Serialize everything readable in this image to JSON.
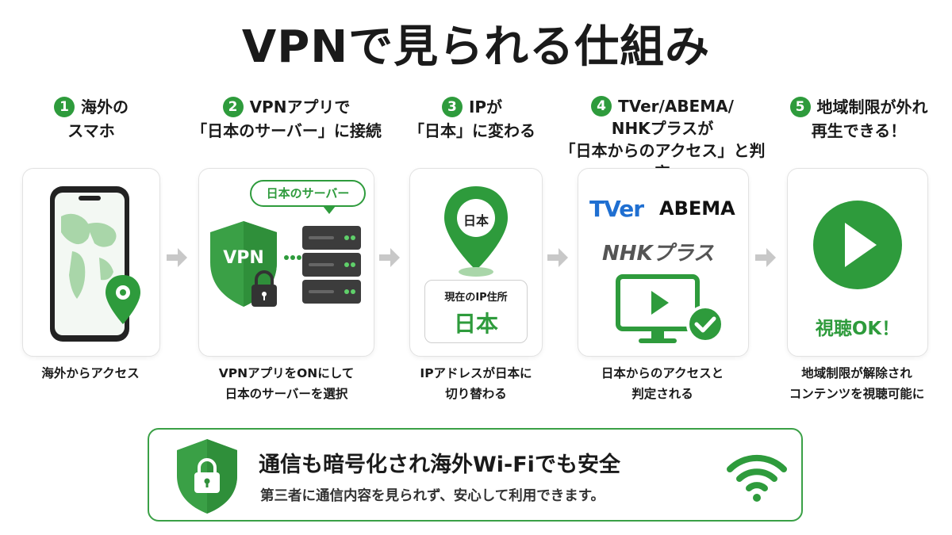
{
  "title": "VPNで見られる仕組み",
  "steps": [
    {
      "num": "1",
      "head1": "海外の",
      "head2": "スマホ",
      "caption1": "海外からアクセス",
      "caption2": ""
    },
    {
      "num": "2",
      "head1": "VPNアプリで",
      "head2": "「日本のサーバー」に接続",
      "caption1": "VPNアプリをONにして",
      "caption2": "日本のサーバーを選択"
    },
    {
      "num": "3",
      "head1": "IPが",
      "head2": "「日本」に変わる",
      "caption1": "IPアドレスが日本に",
      "caption2": "切り替わる"
    },
    {
      "num": "4",
      "head1": "TVer/ABEMA/",
      "head2": "NHKプラスが",
      "head3": "「日本からのアクセス」と判定",
      "caption1": "日本からのアクセスと",
      "caption2": "判定される"
    },
    {
      "num": "5",
      "head1": "地域制限が外れ",
      "head2": "再生できる！",
      "caption1": "地域制限が解除され",
      "caption2": "コンテンツを視聴可能に"
    }
  ],
  "card2": {
    "bubble": "日本のサーバー",
    "shield_text": "VPN"
  },
  "card3": {
    "pin_text": "日本",
    "ip_label": "現在のIP住所",
    "ip_value": "日本"
  },
  "card4": {
    "logo_tver": "TVer",
    "logo_abema": "ABEMA",
    "logo_nhk": "NHKプラス"
  },
  "card5": {
    "ok_text": "視聴OK！"
  },
  "banner": {
    "title": "通信も暗号化され海外Wi-Fiでも安全",
    "subtitle": "第三者に通信内容を見られず、安心して利用できます。"
  },
  "colors": {
    "accent": "#2e9b3c",
    "dark": "#3c3c3c",
    "arrow": "#c8c8c8"
  }
}
